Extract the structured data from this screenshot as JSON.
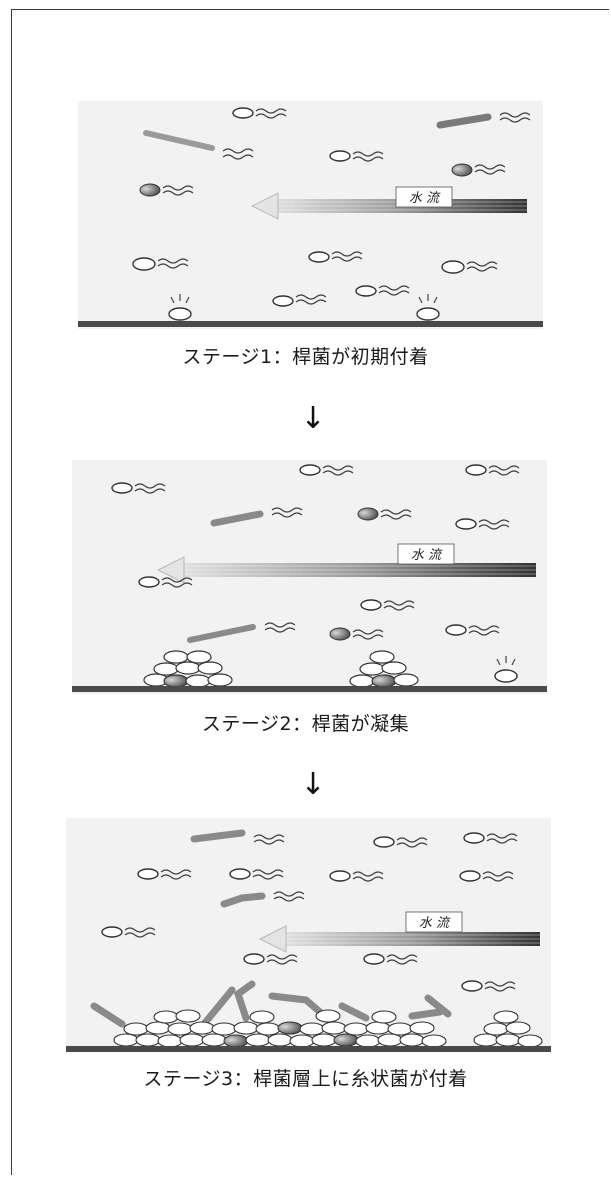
{
  "stages": [
    {
      "caption": "ステージ1：桿菌が初期付着",
      "flow_label": "水 流"
    },
    {
      "caption": "ステージ2：桿菌が凝集",
      "flow_label": "水 流"
    },
    {
      "caption": "ステージ3：桿菌層上に糸状菌が付着",
      "flow_label": "水 流"
    }
  ],
  "arrow_glyph": "↓",
  "colors": {
    "panel_bg": "#f2f2f2",
    "surface": "#4a4a4a",
    "cell_fill": "#ffffff",
    "filament": "#8a8a8a",
    "dark_cell": "#5a5a5a"
  }
}
